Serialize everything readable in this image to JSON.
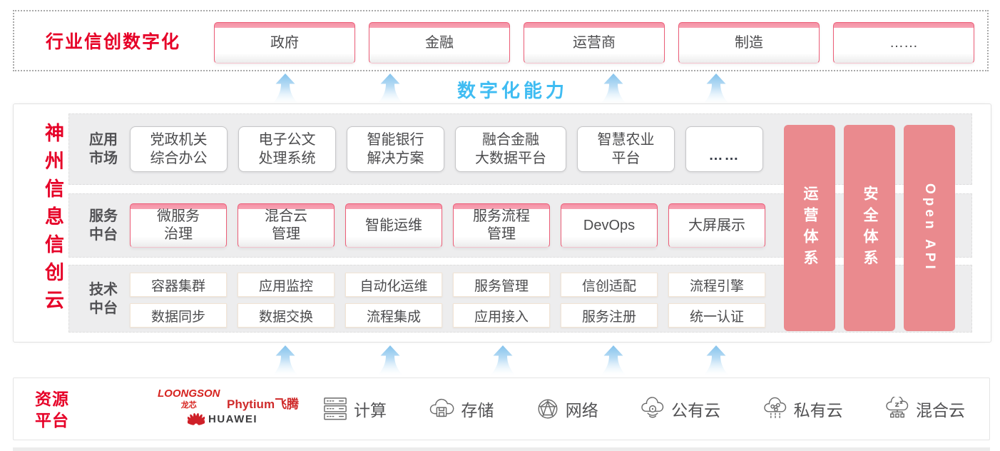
{
  "colors": {
    "brand_red": "#e60027",
    "logo_red": "#d6231f",
    "pink_bar": "#f491a5",
    "pink_border": "#ec5d77",
    "pillar_bg": "#ea8a8e",
    "capability_blue": "#3fbcf2",
    "arrow_blue": "#a9d6f2",
    "row_bg": "#ededee",
    "text_dark": "#4b4b4d"
  },
  "top": {
    "label": "行业信创数字化",
    "industries": [
      "政府",
      "金融",
      "运营商",
      "制造",
      "……"
    ]
  },
  "capability_label": "数字化能力",
  "platform": {
    "title": "神州信息信创云",
    "rows": [
      {
        "label": "应用\n市场",
        "items": [
          "党政机关\n综合办公",
          "电子公文\n处理系统",
          "智能银行\n解决方案",
          "融合金融\n大数据平台",
          "智慧农业\n平台",
          "……"
        ]
      },
      {
        "label": "服务\n中台",
        "items": [
          "微服务\n治理",
          "混合云\n管理",
          "智能运维",
          "服务流程\n管理",
          "DevOps",
          "大屏展示"
        ]
      },
      {
        "label": "技术\n中台",
        "grid": [
          [
            "容器集群",
            "应用监控",
            "自动化运维",
            "服务管理",
            "信创适配",
            "流程引擎"
          ],
          [
            "数据同步",
            "数据交换",
            "流程集成",
            "应用接入",
            "服务注册",
            "统一认证"
          ]
        ]
      }
    ],
    "pillars": [
      "运营体系",
      "安全体系",
      "Open API"
    ]
  },
  "resources": {
    "label": "资源\n平台",
    "vendors": {
      "loongson": "LOONGSON",
      "loongson_sub": "龙芯",
      "phytium": "Phytium",
      "phytium_sub": "飞腾",
      "huawei": "HUAWEI"
    },
    "items": [
      {
        "icon": "compute-icon",
        "label": "计算"
      },
      {
        "icon": "storage-icon",
        "label": "存储"
      },
      {
        "icon": "network-icon",
        "label": "网络"
      },
      {
        "icon": "public-cloud-icon",
        "label": "公有云"
      },
      {
        "icon": "private-cloud-icon",
        "label": "私有云"
      },
      {
        "icon": "hybrid-cloud-icon",
        "label": "混合云"
      }
    ]
  }
}
